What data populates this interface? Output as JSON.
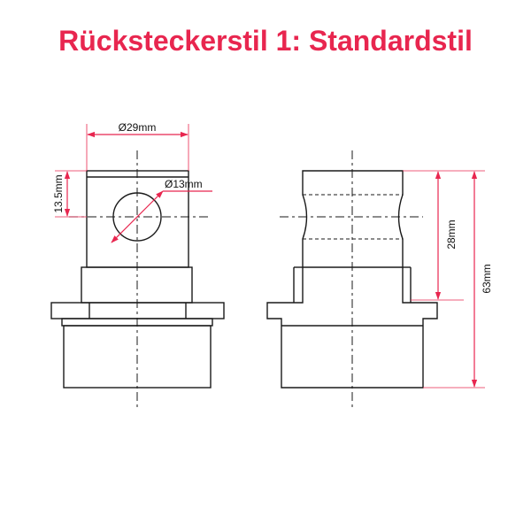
{
  "title": "Rücksteckerstil 1: Standardstil",
  "colors": {
    "title": "#e8264f",
    "dimension": "#e8264f",
    "outline": "#1a1a1a"
  },
  "dimensions": {
    "width": "Ø29mm",
    "hole": "Ø13mm",
    "hole_height": "13.5mm",
    "inner_height": "28mm",
    "total_height": "63mm"
  }
}
